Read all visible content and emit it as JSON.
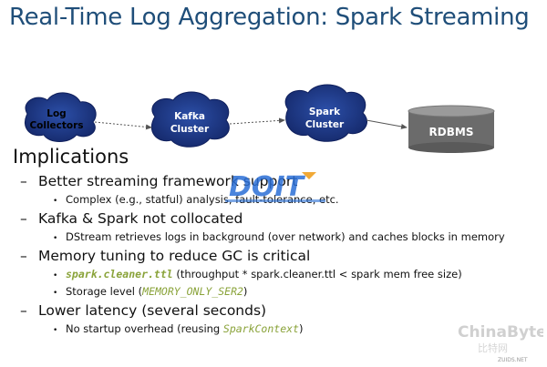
{
  "title": "Real-Time Log Aggregation: Spark Streaming",
  "diagram": {
    "nodes": [
      {
        "label_line1": "Log",
        "label_line2": "Collectors"
      },
      {
        "label_line1": "Kafka",
        "label_line2": "Cluster"
      },
      {
        "label_line1": "Spark",
        "label_line2": "Cluster"
      },
      {
        "label_line1": "RDBMS"
      }
    ],
    "colors": {
      "cloud": "#1f3a8a",
      "cloud_edge": "#0f1f5c",
      "db": "#6b6b6b",
      "arrow": "#555555"
    }
  },
  "implications": {
    "heading": "Implications",
    "items": [
      {
        "text": "Better streaming framework support",
        "subs": [
          {
            "parts": [
              {
                "t": "Complex (e.g., statful) analysis, fault-tolerance, etc."
              }
            ]
          }
        ]
      },
      {
        "text": "Kafka & Spark not collocated",
        "subs": [
          {
            "parts": [
              {
                "t": "DStream retrieves logs in background (over network) and caches blocks in memory"
              }
            ]
          }
        ]
      },
      {
        "text": "Memory tuning to reduce GC is critical",
        "subs": [
          {
            "parts": [
              {
                "t": "spark.cleaner.ttl",
                "code": true,
                "bold": true
              },
              {
                "t": " (throughput * spark.cleaner.ttl < spark mem free size)"
              }
            ]
          },
          {
            "parts": [
              {
                "t": "Storage level ("
              },
              {
                "t": "MEMORY_ONLY_SER2",
                "code": true
              },
              {
                "t": ")"
              }
            ]
          }
        ]
      },
      {
        "text": "Lower latency (several seconds)",
        "subs": [
          {
            "parts": [
              {
                "t": "No startup overhead (reusing "
              },
              {
                "t": "SparkContext",
                "code": true
              },
              {
                "t": ")"
              }
            ]
          }
        ]
      }
    ]
  },
  "watermarks": {
    "doit": "DOIT",
    "chinabyte": "ChinaByte",
    "chinabyte_sub": "比特网",
    "chinabyte_url": "ZUIDS.NET"
  }
}
